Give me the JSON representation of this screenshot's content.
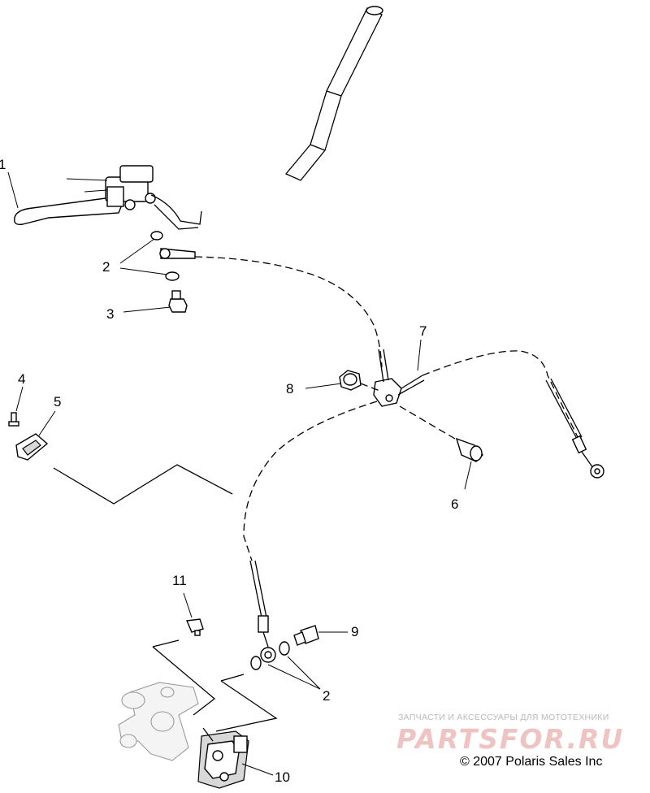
{
  "callouts": {
    "c1": "1",
    "c2a": "2",
    "c3": "3",
    "c4": "4",
    "c5": "5",
    "c6": "6",
    "c7": "7",
    "c8": "8",
    "c9": "9",
    "c2b": "2",
    "c10": "10",
    "c11": "11"
  },
  "watermark": {
    "tagline": "ЗАПЧАСТИ И АКСЕССУАРЫ ДЛЯ МОТОТЕХНИКИ",
    "logo": "PARTSFOR.RU"
  },
  "copyright": "© 2007 Polaris Sales Inc"
}
